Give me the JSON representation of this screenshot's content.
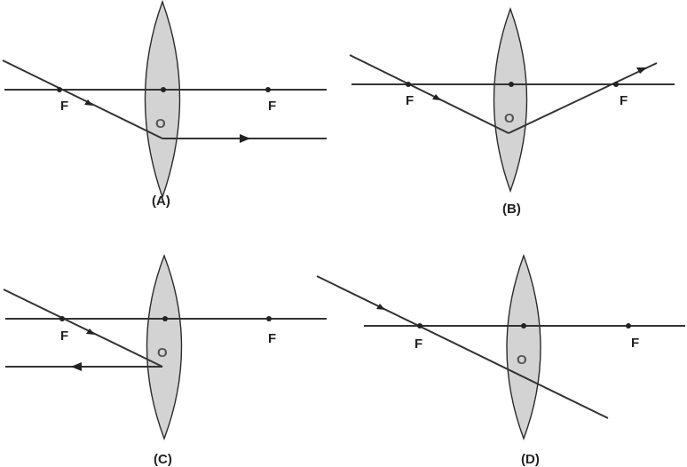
{
  "focus_label": "F",
  "center_label": "O",
  "diagrams": [
    {
      "id": "A",
      "caption": "(A)"
    },
    {
      "id": "B",
      "caption": "(B)"
    },
    {
      "id": "C",
      "caption": "(C)"
    },
    {
      "id": "D",
      "caption": "(D)"
    }
  ],
  "colors": {
    "lens_fill": "#d3d3d3",
    "line": "#333333"
  }
}
